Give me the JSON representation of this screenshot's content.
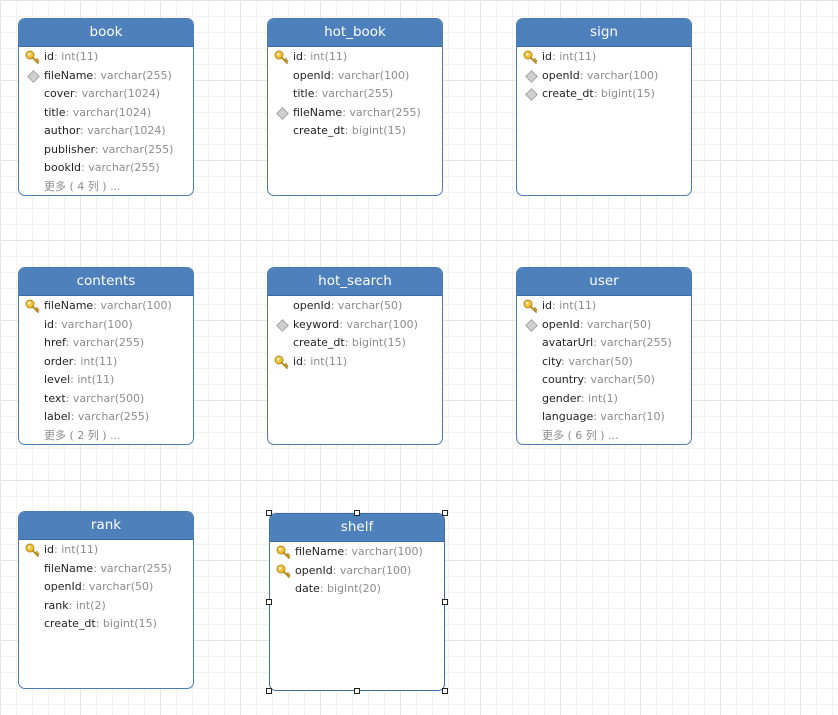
{
  "tables": [
    {
      "id": "book",
      "name": "book",
      "columns": [
        {
          "name": "id",
          "type": "int(11)",
          "icon": "key"
        },
        {
          "name": "fileName",
          "type": "varchar(255)",
          "icon": "index"
        },
        {
          "name": "cover",
          "type": "varchar(1024)",
          "icon": "none"
        },
        {
          "name": "title",
          "type": "varchar(1024)",
          "icon": "none"
        },
        {
          "name": "author",
          "type": "varchar(1024)",
          "icon": "none"
        },
        {
          "name": "publisher",
          "type": "varchar(255)",
          "icon": "none"
        },
        {
          "name": "bookId",
          "type": "varchar(255)",
          "icon": "none"
        }
      ],
      "more": "更多 ( 4 列 ) ..."
    },
    {
      "id": "hot-book",
      "name": "hot_book",
      "columns": [
        {
          "name": "id",
          "type": "int(11)",
          "icon": "key"
        },
        {
          "name": "openId",
          "type": "varchar(100)",
          "icon": "none"
        },
        {
          "name": "title",
          "type": "varchar(255)",
          "icon": "none"
        },
        {
          "name": "fileName",
          "type": "varchar(255)",
          "icon": "index"
        },
        {
          "name": "create_dt",
          "type": "bigint(15)",
          "icon": "none"
        }
      ],
      "more": ""
    },
    {
      "id": "sign",
      "name": "sign",
      "columns": [
        {
          "name": "id",
          "type": "int(11)",
          "icon": "key"
        },
        {
          "name": "openId",
          "type": "varchar(100)",
          "icon": "index"
        },
        {
          "name": "create_dt",
          "type": "bigint(15)",
          "icon": "index"
        }
      ],
      "more": ""
    },
    {
      "id": "contents",
      "name": "contents",
      "columns": [
        {
          "name": "fileName",
          "type": "varchar(100)",
          "icon": "key"
        },
        {
          "name": "id",
          "type": "varchar(100)",
          "icon": "none"
        },
        {
          "name": "href",
          "type": "varchar(255)",
          "icon": "none"
        },
        {
          "name": "order",
          "type": "int(11)",
          "icon": "none"
        },
        {
          "name": "level",
          "type": "int(11)",
          "icon": "none"
        },
        {
          "name": "text",
          "type": "varchar(500)",
          "icon": "none"
        },
        {
          "name": "label",
          "type": "varchar(255)",
          "icon": "none"
        }
      ],
      "more": "更多 ( 2 列 ) ..."
    },
    {
      "id": "hot-search",
      "name": "hot_search",
      "columns": [
        {
          "name": "openId",
          "type": "varchar(50)",
          "icon": "none"
        },
        {
          "name": "keyword",
          "type": "varchar(100)",
          "icon": "index"
        },
        {
          "name": "create_dt",
          "type": "bigint(15)",
          "icon": "none"
        },
        {
          "name": "id",
          "type": "int(11)",
          "icon": "key"
        }
      ],
      "more": ""
    },
    {
      "id": "user",
      "name": "user",
      "columns": [
        {
          "name": "id",
          "type": "int(11)",
          "icon": "key"
        },
        {
          "name": "openId",
          "type": "varchar(50)",
          "icon": "index"
        },
        {
          "name": "avatarUrl",
          "type": "varchar(255)",
          "icon": "none"
        },
        {
          "name": "city",
          "type": "varchar(50)",
          "icon": "none"
        },
        {
          "name": "country",
          "type": "varchar(50)",
          "icon": "none"
        },
        {
          "name": "gender",
          "type": "int(1)",
          "icon": "none"
        },
        {
          "name": "language",
          "type": "varchar(10)",
          "icon": "none"
        }
      ],
      "more": "更多 ( 6 列 ) ..."
    },
    {
      "id": "rank",
      "name": "rank",
      "columns": [
        {
          "name": "id",
          "type": "int(11)",
          "icon": "key"
        },
        {
          "name": "fileName",
          "type": "varchar(255)",
          "icon": "none"
        },
        {
          "name": "openId",
          "type": "varchar(50)",
          "icon": "none"
        },
        {
          "name": "rank",
          "type": "int(2)",
          "icon": "none"
        },
        {
          "name": "create_dt",
          "type": "bigint(15)",
          "icon": "none"
        }
      ],
      "more": ""
    },
    {
      "id": "shelf",
      "name": "shelf",
      "selected": true,
      "columns": [
        {
          "name": "fileName",
          "type": "varchar(100)",
          "icon": "key"
        },
        {
          "name": "openId",
          "type": "varchar(100)",
          "icon": "key"
        },
        {
          "name": "date",
          "type": "bigint(20)",
          "icon": "none"
        }
      ],
      "more": ""
    }
  ]
}
